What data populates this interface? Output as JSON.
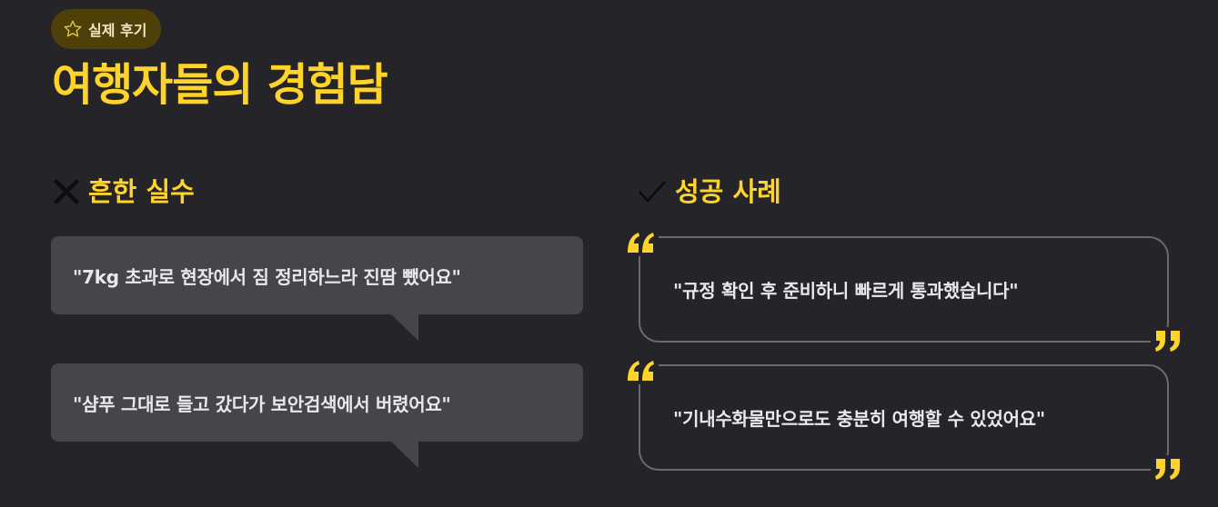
{
  "badge": {
    "label": "실제 후기",
    "icon": "star-outline-icon"
  },
  "title": "여행자들의 경험담",
  "colors": {
    "accent": "#ffd42a",
    "background": "#252428",
    "bubble": "#46454b",
    "card_border": "#6b6a70",
    "text": "#e9e8ec"
  },
  "mistakes": {
    "heading": "흔한 실수",
    "icon": "x-icon",
    "items": [
      {
        "text": "\"7kg 초과로 현장에서 짐 정리하느라 진땀 뺐어요\""
      },
      {
        "text": "\"샴푸 그대로 들고 갔다가 보안검색에서 버렸어요\""
      }
    ]
  },
  "successes": {
    "heading": "성공 사례",
    "icon": "checkmark-icon",
    "items": [
      {
        "text": "\"규정 확인 후 준비하니 빠르게 통과했습니다\""
      },
      {
        "text": "\"기내수화물만으로도 충분히 여행할 수 있었어요\""
      }
    ]
  }
}
